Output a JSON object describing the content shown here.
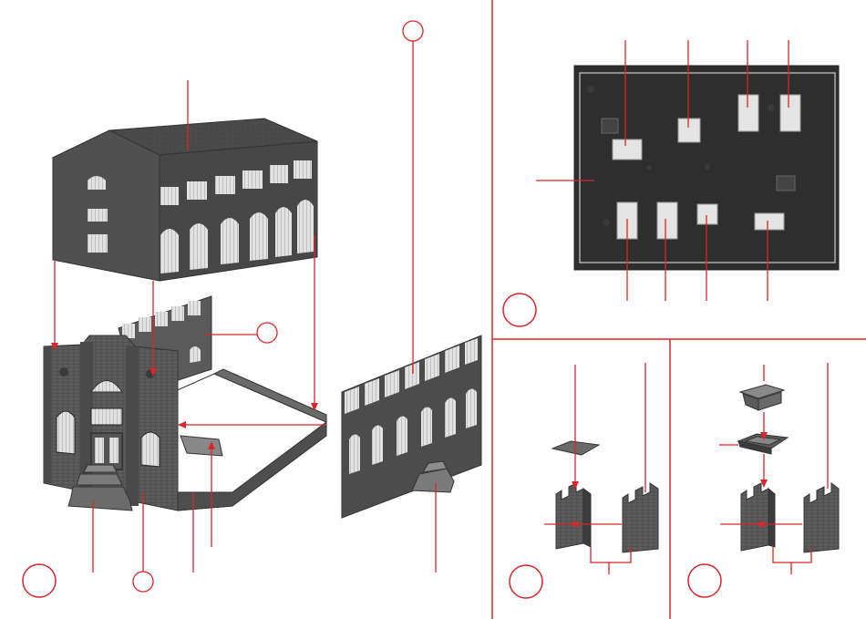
{
  "colors": {
    "accent": "#d9262b",
    "building_dark": "#3c3c3c",
    "building_mid": "#5a5a5a",
    "window_light": "#e6e6e6",
    "sprue_bg": "#2e2e2e"
  },
  "diagram": {
    "panels": [
      "main-assembly",
      "parts-sprue",
      "tower-assembly-a",
      "tower-assembly-b"
    ],
    "labels": [],
    "step_markers": [
      "step-circle",
      "step-circle",
      "step-circle",
      "step-circle"
    ],
    "detail_markers": [
      "detail-circle",
      "detail-circle",
      "detail-circle"
    ]
  },
  "sprue": {
    "code_label": ""
  }
}
